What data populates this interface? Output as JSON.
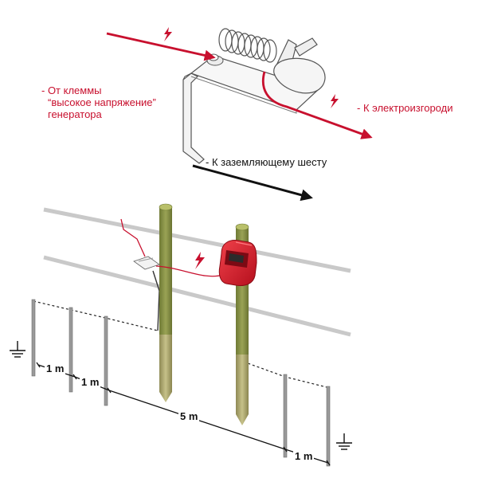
{
  "labels": {
    "generator_terminal_line1": "- От клеммы",
    "generator_terminal_line2": "“высокое напряжение”",
    "generator_terminal_line3": "генератора",
    "to_fence": "- К электроизгороди",
    "to_ground_rod": "- К заземляющему шесту"
  },
  "dimensions": {
    "spacing_left_1": "1 m",
    "spacing_left_2": "1 m",
    "span_center": "5 m",
    "spacing_right": "1 m"
  },
  "colors": {
    "hot_wire": "#c8102e",
    "ground_wire": "#111111",
    "energizer": "#d7192a",
    "post": "#b9b47a"
  },
  "icons": {
    "voltage": "lightning-bolt-icon",
    "ground": "ground-symbol-icon"
  }
}
